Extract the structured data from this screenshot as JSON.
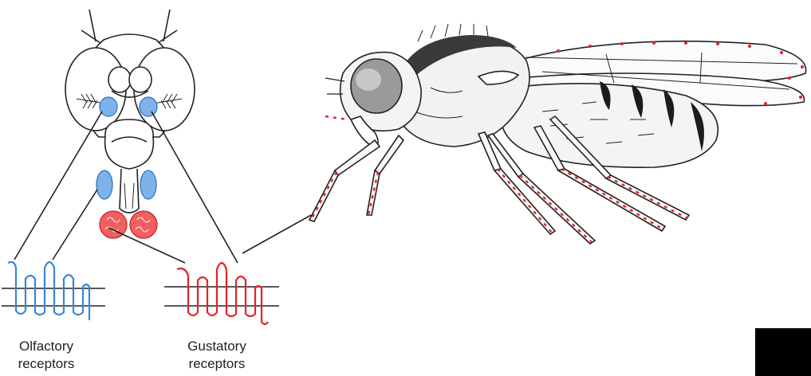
{
  "labels": {
    "olfactory_line1": "Olfactory",
    "olfactory_line2": "receptors",
    "gustatory_line1": "Gustatory",
    "gustatory_line2": "receptors"
  },
  "colors": {
    "olfactory": "#3a86d6",
    "gustatory": "#e0242a",
    "outline": "#222222",
    "wing_dark": "#333333",
    "body_fill": "#f0f0f0",
    "eye_fill": "#9a9a9a"
  }
}
